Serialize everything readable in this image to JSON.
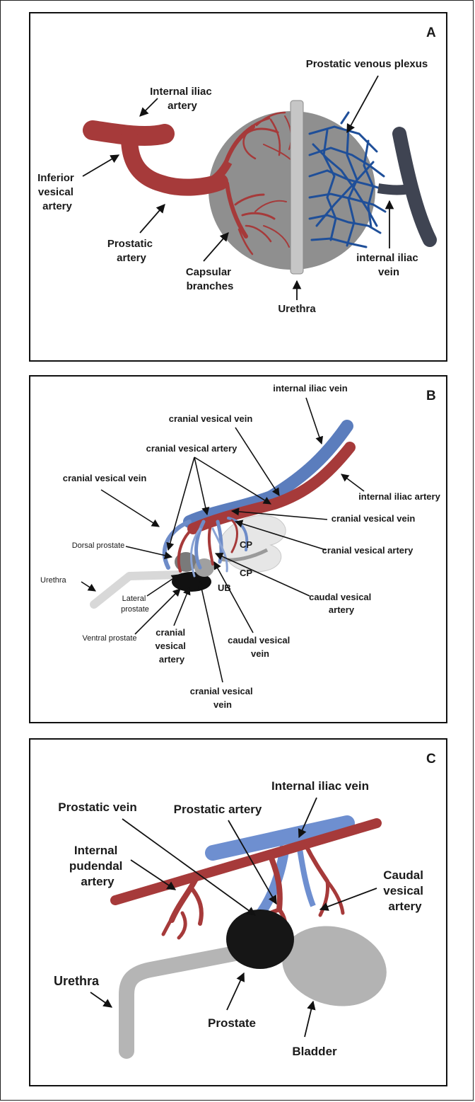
{
  "panel_a": {
    "letter": "A",
    "labels": {
      "internal_iliac_artery": [
        "Internal iliac",
        "artery"
      ],
      "prostatic_venous_plexus": "Prostatic venous plexus",
      "inferior_vesical_artery": [
        "Inferior",
        "vesical",
        "artery"
      ],
      "prostatic_artery": [
        "Prostatic",
        "artery"
      ],
      "capsular_branches": [
        "Capsular",
        "branches"
      ],
      "urethra": "Urethra",
      "internal_iliac_vein": [
        "internal iliac",
        "vein"
      ]
    }
  },
  "panel_b": {
    "letter": "B",
    "labels": {
      "internal_iliac_vein": "internal iliac vein",
      "cranial_vesical_vein_top": "cranial vesical vein",
      "cranial_vesical_artery_top": "cranial vesical artery",
      "cranial_vesical_vein_left": "cranial vesical vein",
      "internal_iliac_artery": "internal iliac artery",
      "cranial_vesical_vein_right": "cranial vesical vein",
      "cranial_vesical_artery_right": "cranial vesical artery",
      "dorsal_prostate": "Dorsal prostate",
      "cp_upper": "CP",
      "cp_lower": "CP",
      "urethra": "Urethra",
      "ub": "UB",
      "lateral_prostate": [
        "Lateral",
        "prostate"
      ],
      "ventral_prostate": "Ventral prostate",
      "caudal_vesical_artery": [
        "caudal vesical",
        "artery"
      ],
      "cranial_vesical_artery_bottom": [
        "cranial",
        "vesical",
        "artery"
      ],
      "caudal_vesical_vein": [
        "caudal vesical",
        "vein"
      ],
      "cranial_vesical_vein_bottom": [
        "cranial vesical",
        "vein"
      ]
    }
  },
  "panel_c": {
    "letter": "C",
    "labels": {
      "internal_iliac_vein": "Internal iliac vein",
      "prostatic_vein": "Prostatic vein",
      "prostatic_artery": "Prostatic artery",
      "internal_pudendal_artery": [
        "Internal",
        "pudendal",
        "artery"
      ],
      "caudal_vesical_artery": [
        "Caudal",
        "vesical",
        "artery"
      ],
      "urethra": "Urethra",
      "prostate": "Prostate",
      "bladder": "Bladder"
    }
  },
  "colors": {
    "artery": "#b03a3a",
    "vein_dark": "#1f4f99",
    "vein_light": "#6c8fcc",
    "iliac_vein_a": "#3f4452",
    "prostate_gray": "#8c8c8c",
    "urethra_gray": "#bfbfbf",
    "prostate_black": "#1a1a1a"
  }
}
